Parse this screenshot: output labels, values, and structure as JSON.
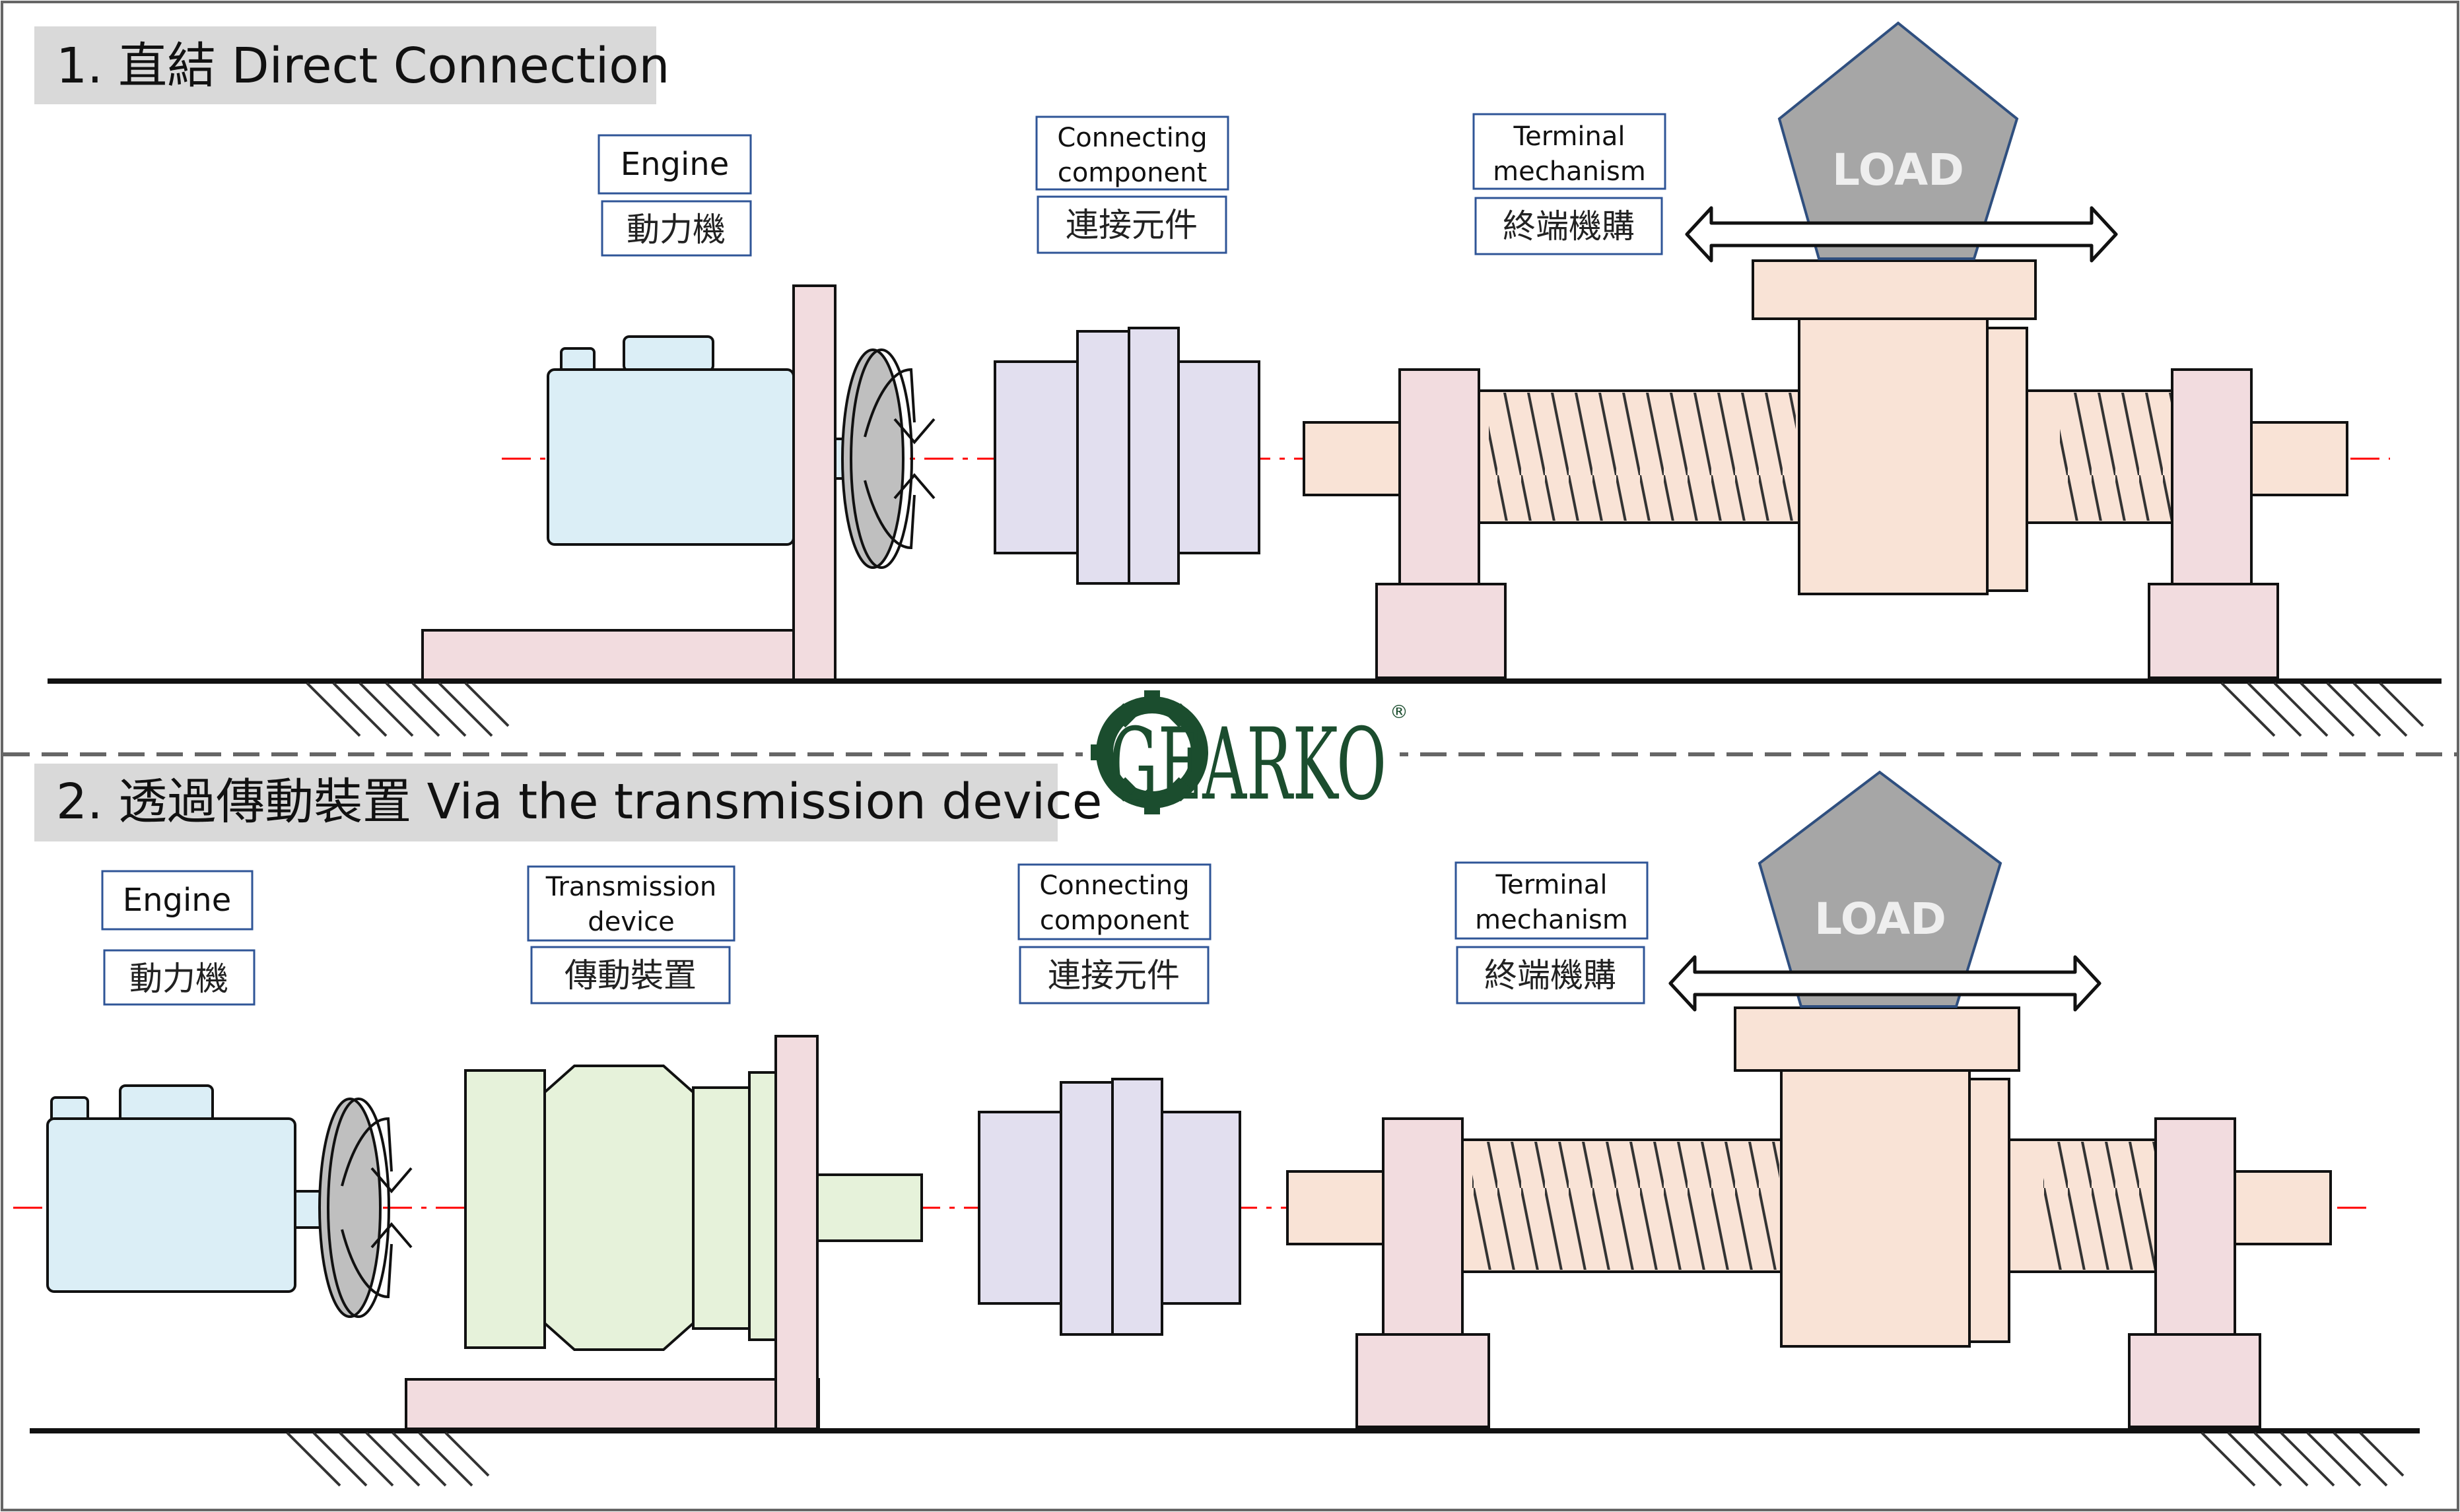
{
  "colors": {
    "motor": "#dbeef6",
    "base": "#f2dcdf",
    "coupling": "#e2dfef",
    "screw": "#f9e3d6",
    "gearbox": "#e6f2da",
    "load": "#a6a6a6",
    "axis": "#ff0000",
    "logo": "#1b4d2e",
    "title_bg": "#d9d9d9",
    "label_border": "#2f5597"
  },
  "section1": {
    "title": "1. 直結 Direct Connection",
    "engine_en": "Engine",
    "engine_cn": "動力機",
    "connecting_en_line1": "Connecting",
    "connecting_en_line2": "component",
    "connecting_cn": "連接元件",
    "terminal_en_line1": "Terminal",
    "terminal_en_line2": "mechanism",
    "terminal_cn": "終端機購",
    "load": "LOAD"
  },
  "section2": {
    "title": "2. 透過傳動裝置 Via the transmission device",
    "engine_en": "Engine",
    "engine_cn": "動力機",
    "transmission_en_line1": "Transmission",
    "transmission_en_line2": "device",
    "transmission_cn": "傳動裝置",
    "connecting_en_line1": "Connecting",
    "connecting_en_line2": "component",
    "connecting_cn": "連接元件",
    "terminal_en_line1": "Terminal",
    "terminal_en_line2": "mechanism",
    "terminal_cn": "終端機購",
    "load": "LOAD"
  },
  "logo": {
    "text": "GEARKO",
    "registered": "®",
    "icon": "gear-icon"
  }
}
